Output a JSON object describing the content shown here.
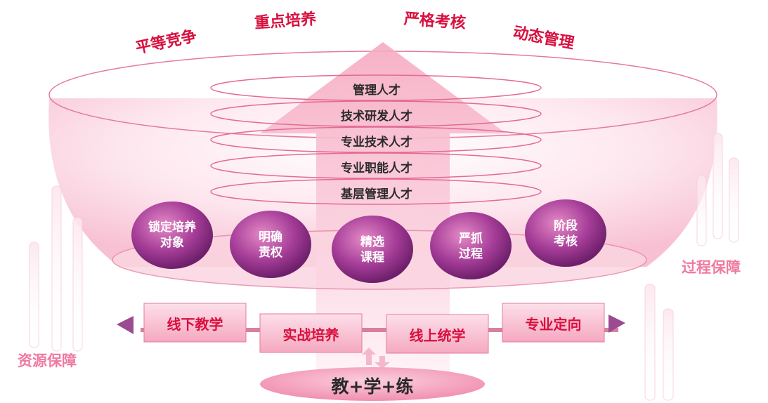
{
  "principles": [
    "平等竞争",
    "重点培养",
    "严格考核",
    "动态管理"
  ],
  "talent_tiers": [
    "管理人才",
    "技术研发人才",
    "专业技术人才",
    "专业职能人才",
    "基层管理人才"
  ],
  "training_steps": [
    "锁定培养对象",
    "明确责权",
    "精选课程",
    "严抓过程",
    "阶段考核"
  ],
  "teaching_modes": [
    "线下教学",
    "实战培养",
    "线上统学",
    "专业定向"
  ],
  "supports": {
    "left": "资源保障",
    "right": "过程保障"
  },
  "base": "教+学+练",
  "colors": {
    "accent_red": "#d8103f",
    "pink_light": "#f7c2d2",
    "purple": "#8a2e86",
    "support_pink": "#f07aa0"
  }
}
